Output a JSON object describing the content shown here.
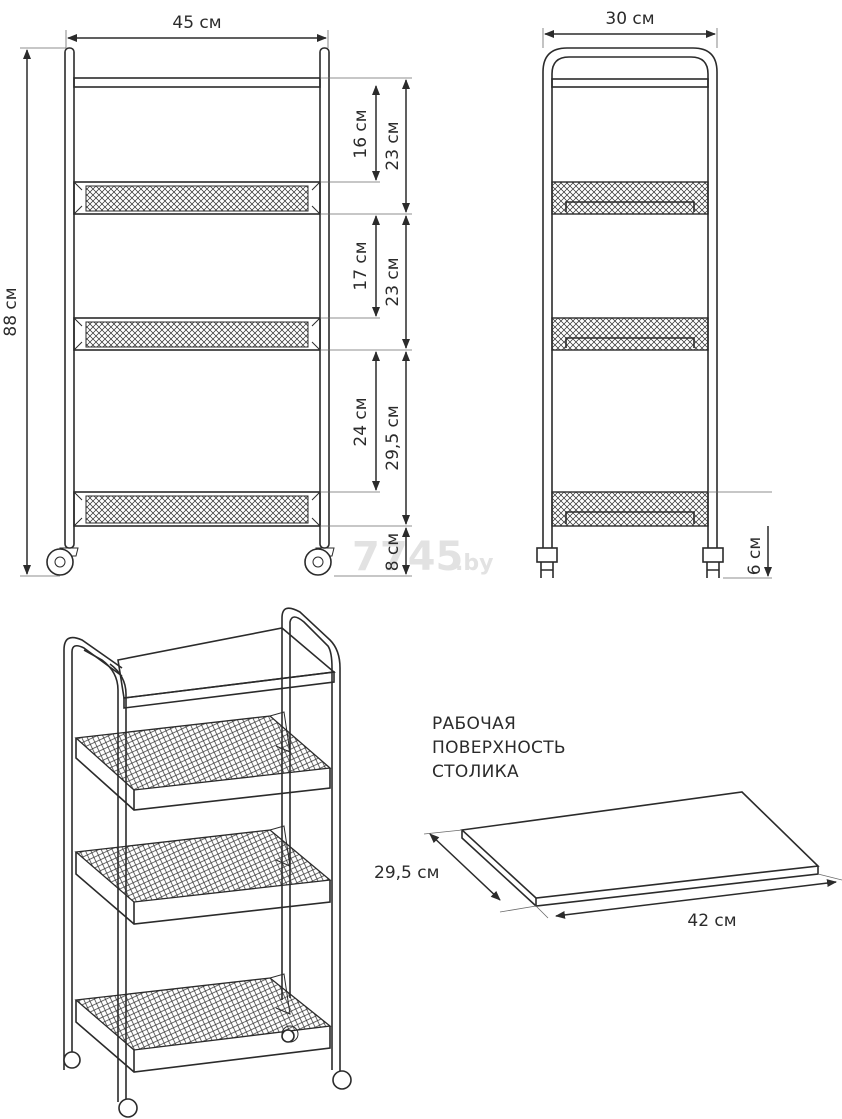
{
  "dimensions": {
    "front_width": "45 см",
    "side_width": "30 см",
    "total_height": "88 см",
    "front_gap_top": "16 см",
    "front_section_top": "23 см",
    "front_gap_middle": "17 см",
    "front_section_middle": "23 см",
    "front_gap_bottom": "24 см",
    "front_section_bottom": "29,5 см",
    "front_legs": "8 см",
    "side_legs": "6 см",
    "tabletop_depth": "29,5 см",
    "tabletop_length": "42 см"
  },
  "caption": {
    "line1": "РАБОЧАЯ",
    "line2": "ПОВЕРХНОСТЬ",
    "line3": "СТОЛИКА"
  },
  "watermark": {
    "main": "7745",
    "suffix": ".by"
  },
  "colors": {
    "line": "#2b2b2b",
    "mesh": "#2b2b2b",
    "watermark": "#e2e2e2"
  }
}
